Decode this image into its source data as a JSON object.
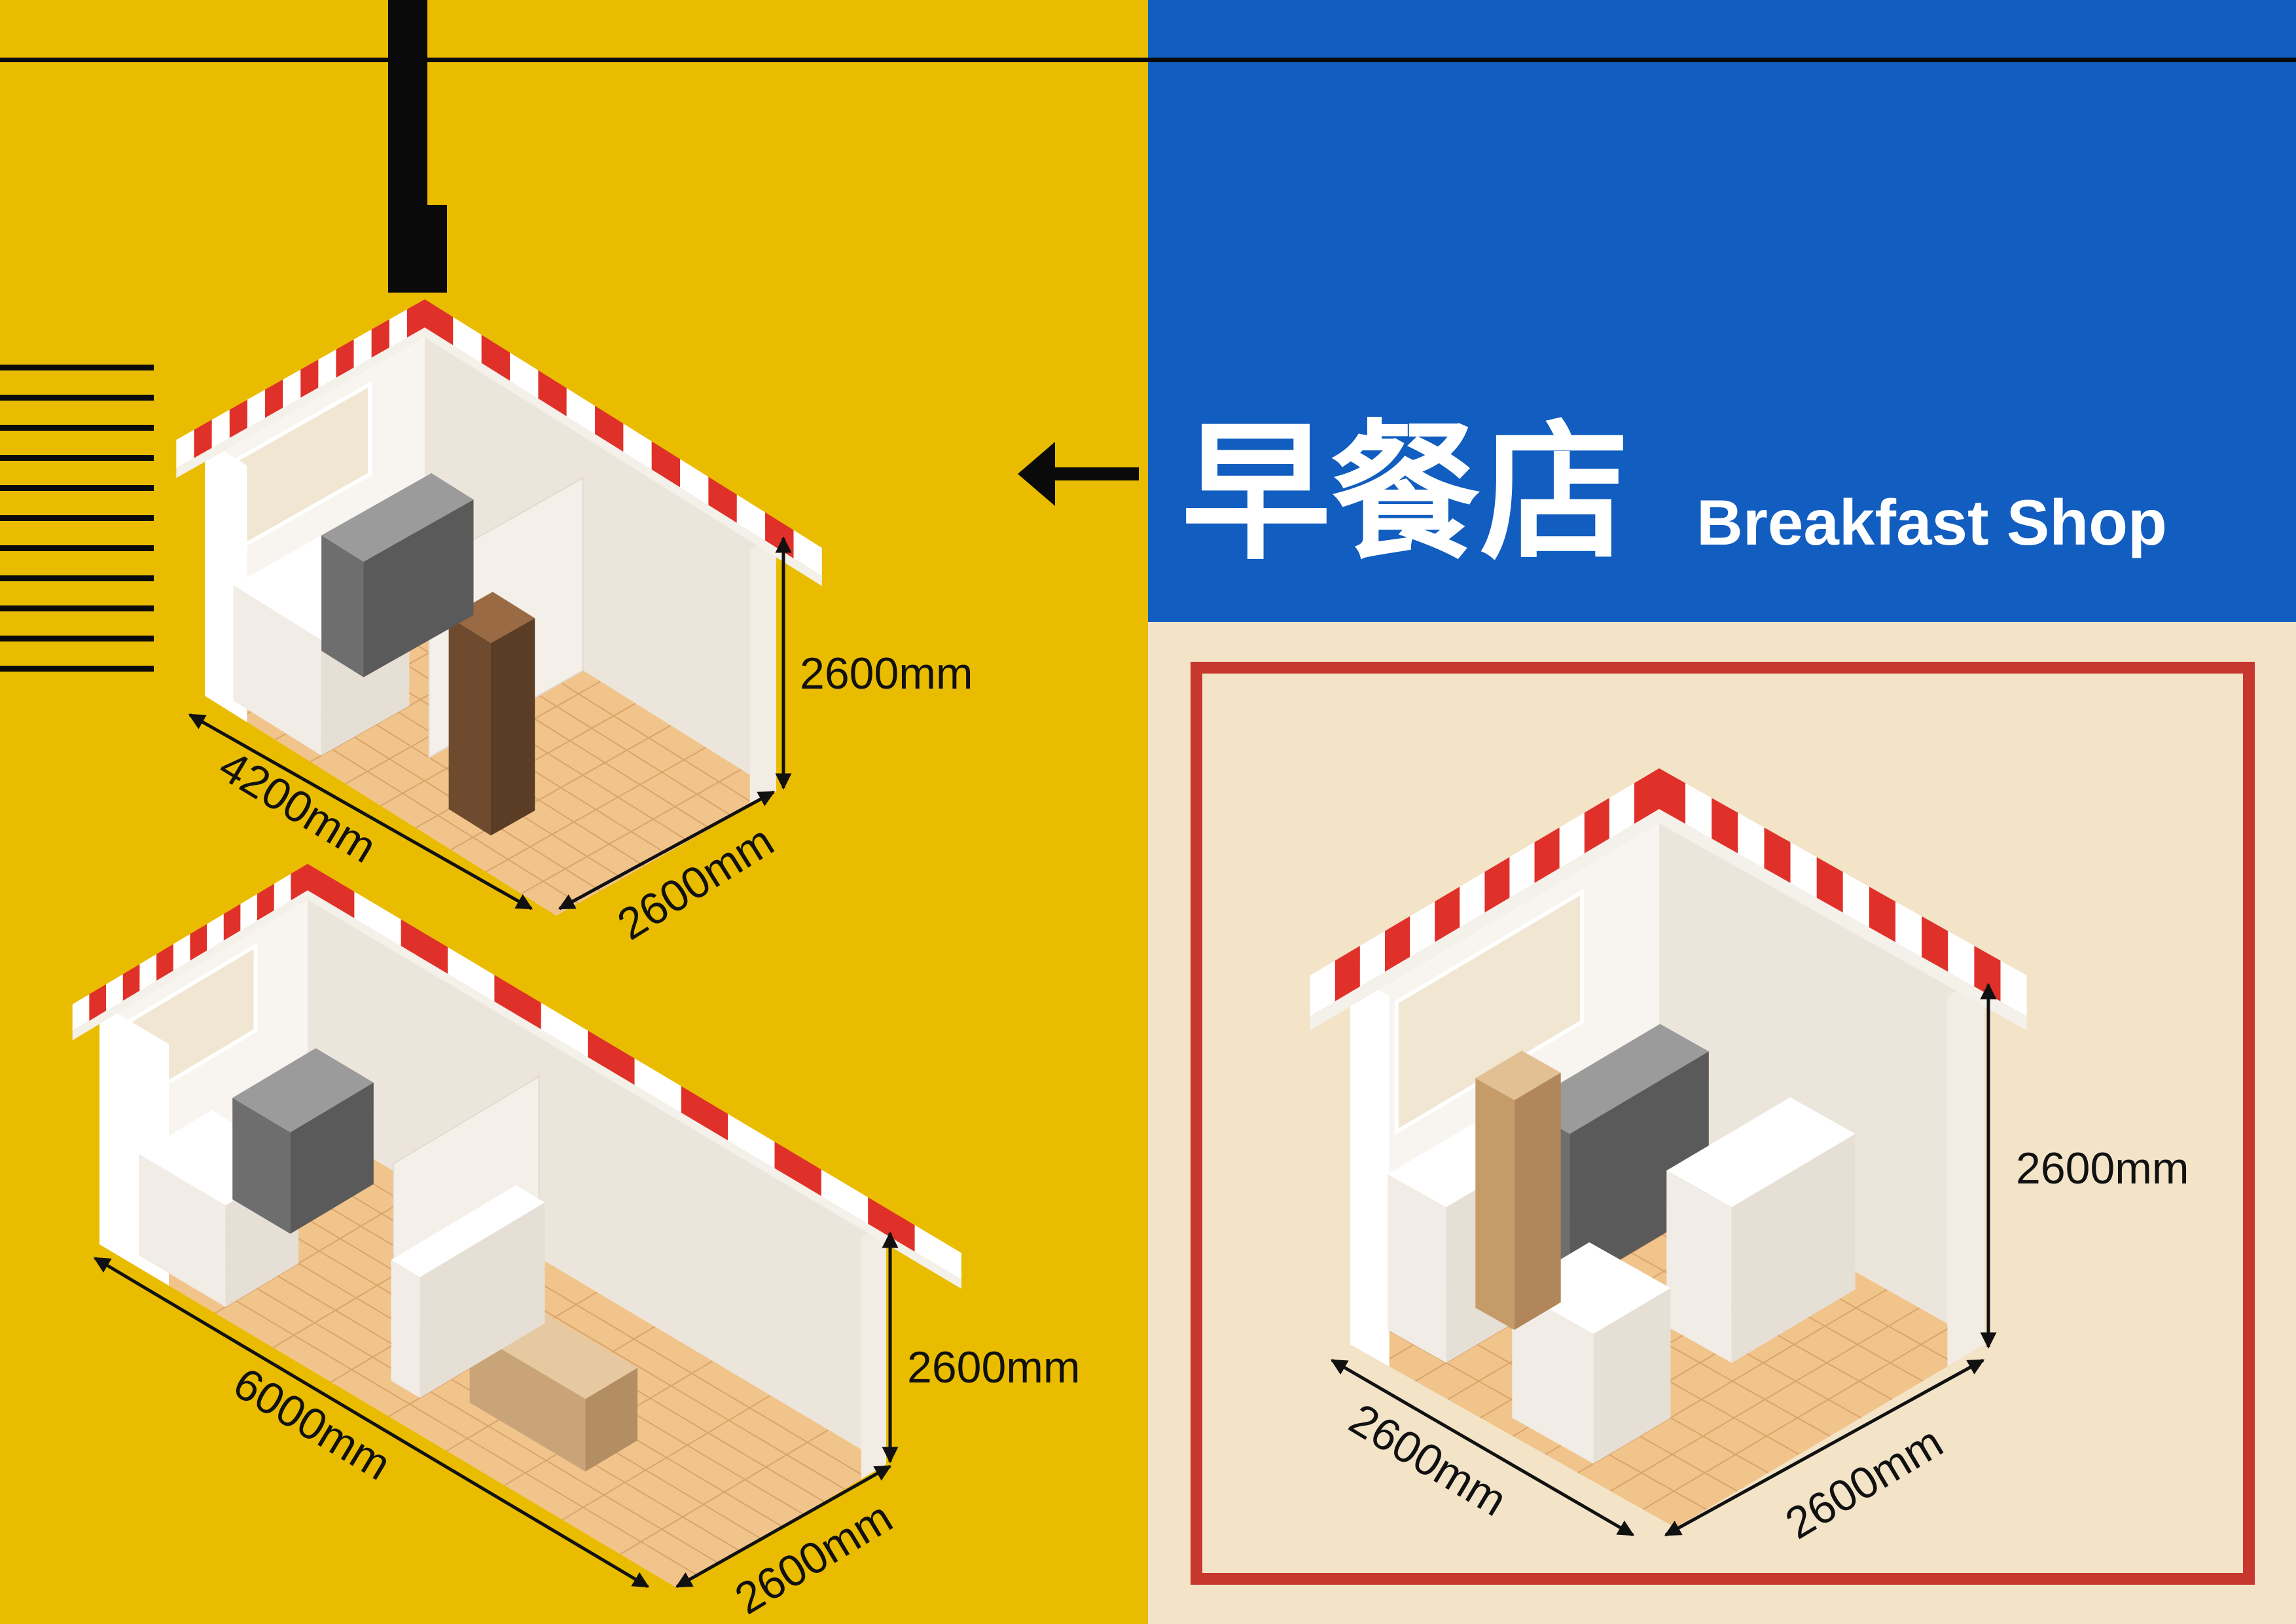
{
  "title": {
    "chinese": "早餐店",
    "english": "Breakfast Shop"
  },
  "icons": {
    "arrow": "arrow-left-icon"
  },
  "colors": {
    "yellow_bg": "#E9BC00",
    "blue_panel": "#115DC0",
    "beige_panel": "#F3E4C8",
    "frame_red": "#C8372D",
    "awning_red": "#E0302A",
    "black": "#0A0A0A"
  },
  "layouts": [
    {
      "height_label": "2600mm",
      "length_label": "4200mm",
      "width_label": "2600mm"
    },
    {
      "height_label": "2600mm",
      "length_label": "6000mm",
      "width_label": "2600mm"
    },
    {
      "height_label": "2600mm",
      "length_label": "2600mm",
      "width_label": "2600mm"
    }
  ]
}
